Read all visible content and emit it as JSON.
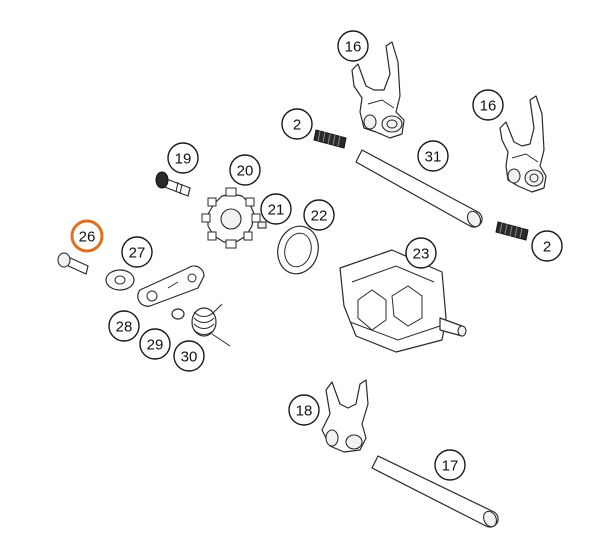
{
  "diagram": {
    "callouts": [
      {
        "id": "c16a",
        "label": "16"
      },
      {
        "id": "c16b",
        "label": "16"
      },
      {
        "id": "c2a",
        "label": "2"
      },
      {
        "id": "c2b",
        "label": "2"
      },
      {
        "id": "c31",
        "label": "31"
      },
      {
        "id": "c19",
        "label": "19"
      },
      {
        "id": "c20",
        "label": "20"
      },
      {
        "id": "c21",
        "label": "21"
      },
      {
        "id": "c22",
        "label": "22"
      },
      {
        "id": "c23",
        "label": "23"
      },
      {
        "id": "c26",
        "label": "26",
        "highlighted": true
      },
      {
        "id": "c27",
        "label": "27"
      },
      {
        "id": "c28",
        "label": "28"
      },
      {
        "id": "c29",
        "label": "29"
      },
      {
        "id": "c30",
        "label": "30"
      },
      {
        "id": "c18",
        "label": "18"
      },
      {
        "id": "c17",
        "label": "17"
      }
    ],
    "colors": {
      "highlight": "#e0701f",
      "line": "#2a2a2a",
      "background": "#ffffff"
    }
  }
}
